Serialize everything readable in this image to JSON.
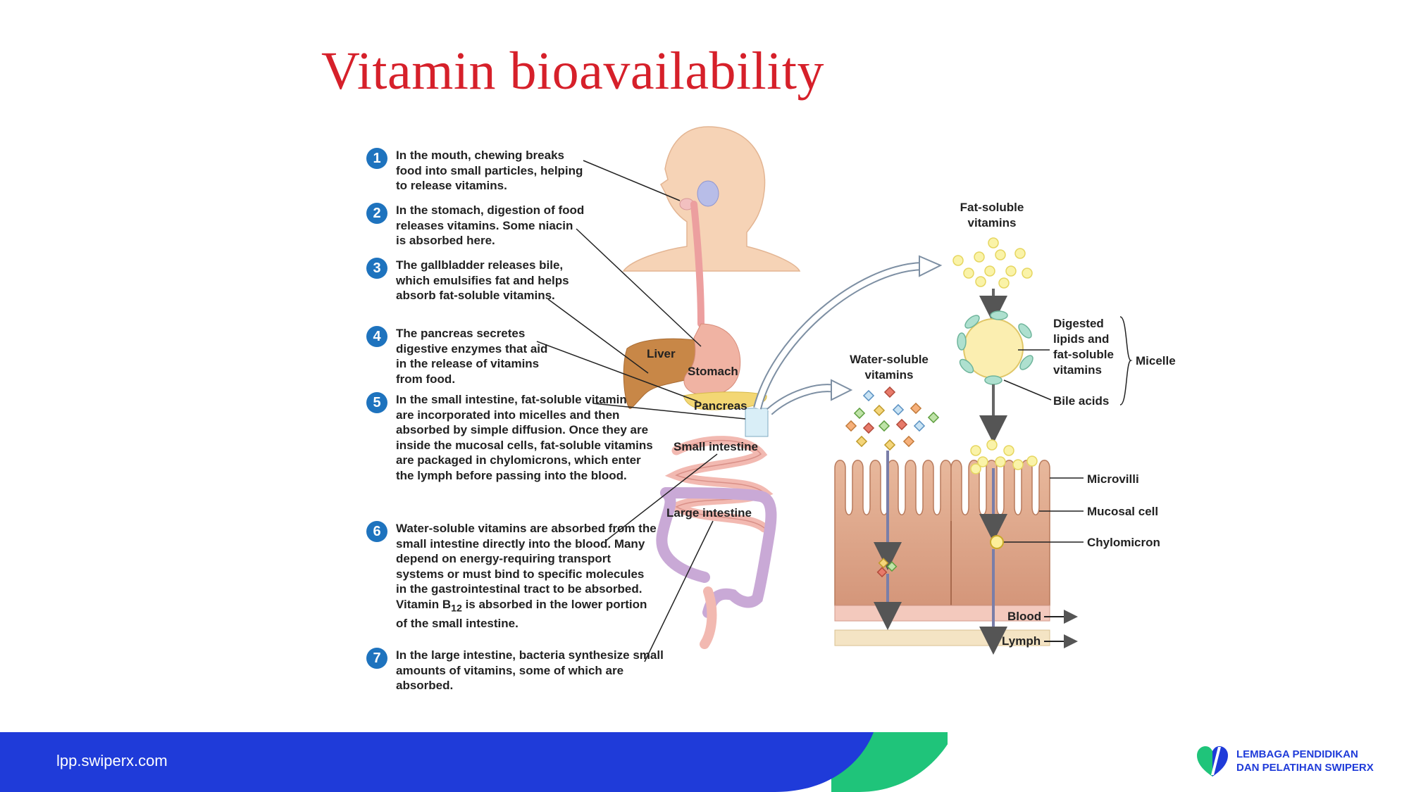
{
  "title": "Vitamin bioavailability",
  "steps": [
    {
      "num": "1",
      "text": "In the mouth, chewing breaks food into small particles, helping to release vitamins."
    },
    {
      "num": "2",
      "text": "In the stomach, digestion of food releases vitamins. Some niacin is absorbed here."
    },
    {
      "num": "3",
      "text": "The gallbladder releases bile, which emulsifies fat and helps absorb fat-soluble vitamins."
    },
    {
      "num": "4",
      "text": "The pancreas secretes digestive enzymes that aid in the release of vitamins from food."
    },
    {
      "num": "5",
      "text": "In the small intestine, fat-soluble vitamins are incorporated into micelles and then absorbed by simple diffusion. Once they are inside the mucosal cells, fat-soluble vitamins are packaged in chylomicrons, which enter the lymph before passing into the blood."
    },
    {
      "num": "6",
      "text_before": "Water-soluble vitamins are absorbed from the small intestine directly into the blood. Many depend on energy-requiring transport systems or must bind to specific molecules in the gastrointestinal tract to be absorbed. Vitamin B",
      "sub": "12",
      "text_after": " is absorbed in the lower portion of the small intestine."
    },
    {
      "num": "7",
      "text": "In the large intestine, bacteria synthesize small amounts of vitamins, some of which are absorbed."
    }
  ],
  "organs": {
    "liver": "Liver",
    "stomach": "Stomach",
    "pancreas": "Pancreas",
    "small_intestine": "Small intestine",
    "large_intestine": "Large intestine"
  },
  "absorption": {
    "fat_soluble": [
      "Fat-soluble",
      "vitamins"
    ],
    "water_soluble": [
      "Water-soluble",
      "vitamins"
    ],
    "digested_lipids": [
      "Digested",
      "lipids and",
      "fat-soluble",
      "vitamins"
    ],
    "micelle": "Micelle",
    "bile_acids": "Bile acids",
    "microvilli": "Microvilli",
    "mucosal_cell": "Mucosal cell",
    "chylomicron": "Chylomicron",
    "blood": "Blood",
    "lymph": "Lymph"
  },
  "footer": {
    "url": "lpp.swiperx.com",
    "logo_line1": "LEMBAGA PENDIDIKAN",
    "logo_line2": "DAN PELATIHAN SWIPERX"
  },
  "colors": {
    "title": "#d6202a",
    "badge": "#1e73be",
    "footer_blue": "#1f3bd9",
    "footer_green": "#1fc47a"
  }
}
